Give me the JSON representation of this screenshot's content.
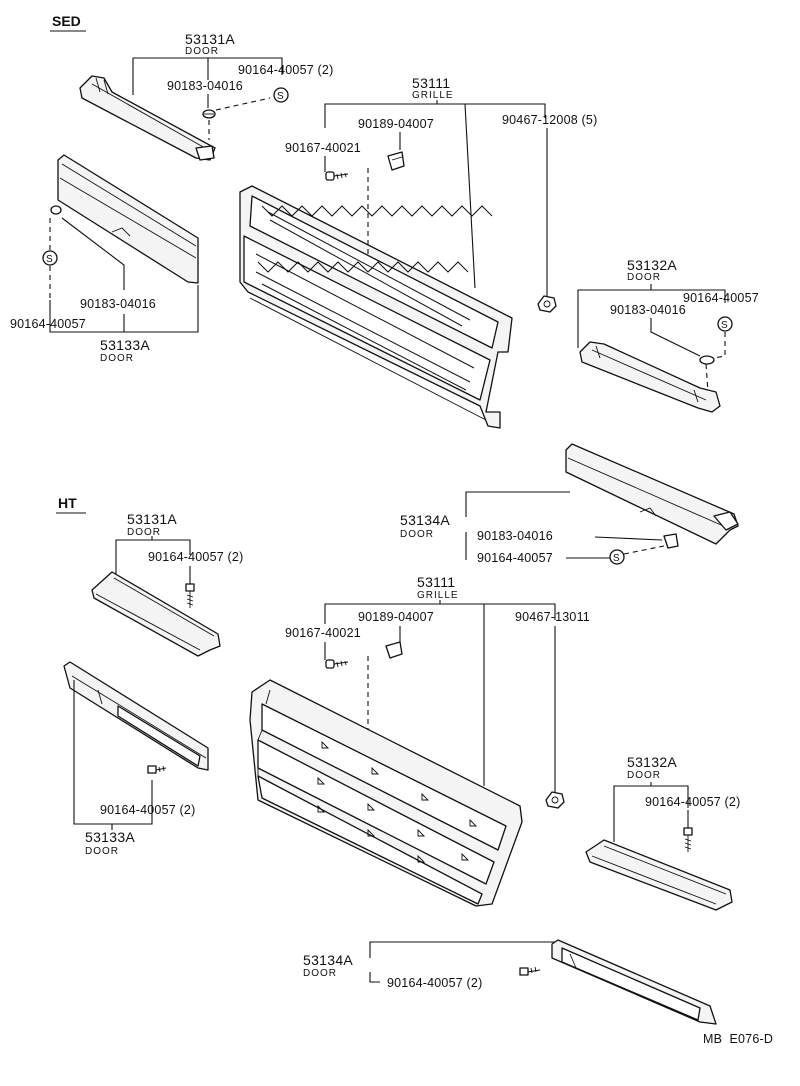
{
  "sections": {
    "sed": "SED",
    "ht": "HT"
  },
  "sed": {
    "door_53131a": {
      "part": "53131A",
      "name": "DOOR"
    },
    "bolt_90164_a": "90164-40057 (2)",
    "clip_90183_a": "90183-04016",
    "grille_53111": {
      "part": "53111",
      "name": "GRILLE"
    },
    "clip_90189": "90189-04007",
    "screw_90167": "90167-40021",
    "nut_90467": "90467-12008 (5)",
    "door_53133a": {
      "part": "53133A",
      "name": "DOOR"
    },
    "clip_90183_b": "90183-04016",
    "bolt_90164_b": "90164-40057",
    "door_53132a": {
      "part": "53132A",
      "name": "DOOR"
    },
    "bolt_90164_c": "90164-40057",
    "clip_90183_c": "90183-04016",
    "door_53134a": {
      "part": "53134A",
      "name": "DOOR"
    },
    "clip_90183_d": "90183-04016",
    "bolt_90164_d": "90164-40057",
    "s_mark": "S"
  },
  "ht": {
    "door_53131a": {
      "part": "53131A",
      "name": "DOOR"
    },
    "bolt_90164_a": "90164-40057 (2)",
    "grille_53111": {
      "part": "53111",
      "name": "GRILLE"
    },
    "clip_90189": "90189-04007",
    "screw_90167": "90167-40021",
    "nut_90467": "90467-13011",
    "door_53133a": {
      "part": "53133A",
      "name": "DOOR"
    },
    "bolt_90164_b": "90164-40057 (2)",
    "door_53132a": {
      "part": "53132A",
      "name": "DOOR"
    },
    "bolt_90164_c": "90164-40057 (2)",
    "door_53134a": {
      "part": "53134A",
      "name": "DOOR"
    },
    "bolt_90164_d": "90164-40057 (2)"
  },
  "footer": {
    "code": "MB  E076-D"
  }
}
